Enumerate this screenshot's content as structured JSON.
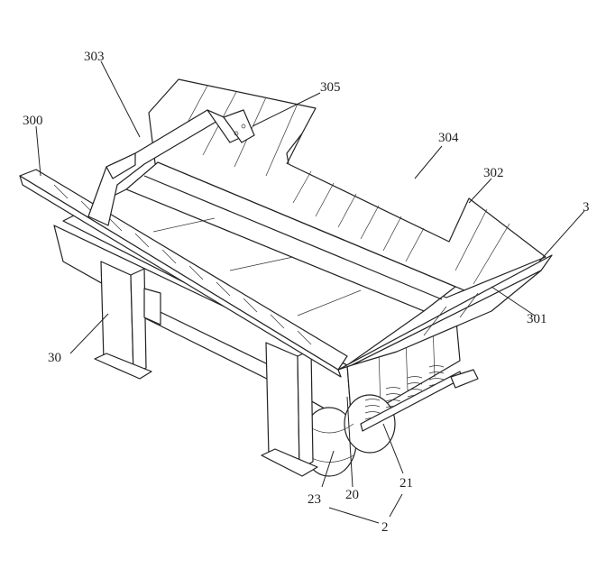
{
  "figure": {
    "labels": {
      "l303": "303",
      "l305": "305",
      "l300": "300",
      "l304": "304",
      "l302": "302",
      "l3": "3",
      "l301": "301",
      "l30": "30",
      "l21": "21",
      "l23": "23",
      "l20": "20",
      "l2": "2"
    }
  }
}
